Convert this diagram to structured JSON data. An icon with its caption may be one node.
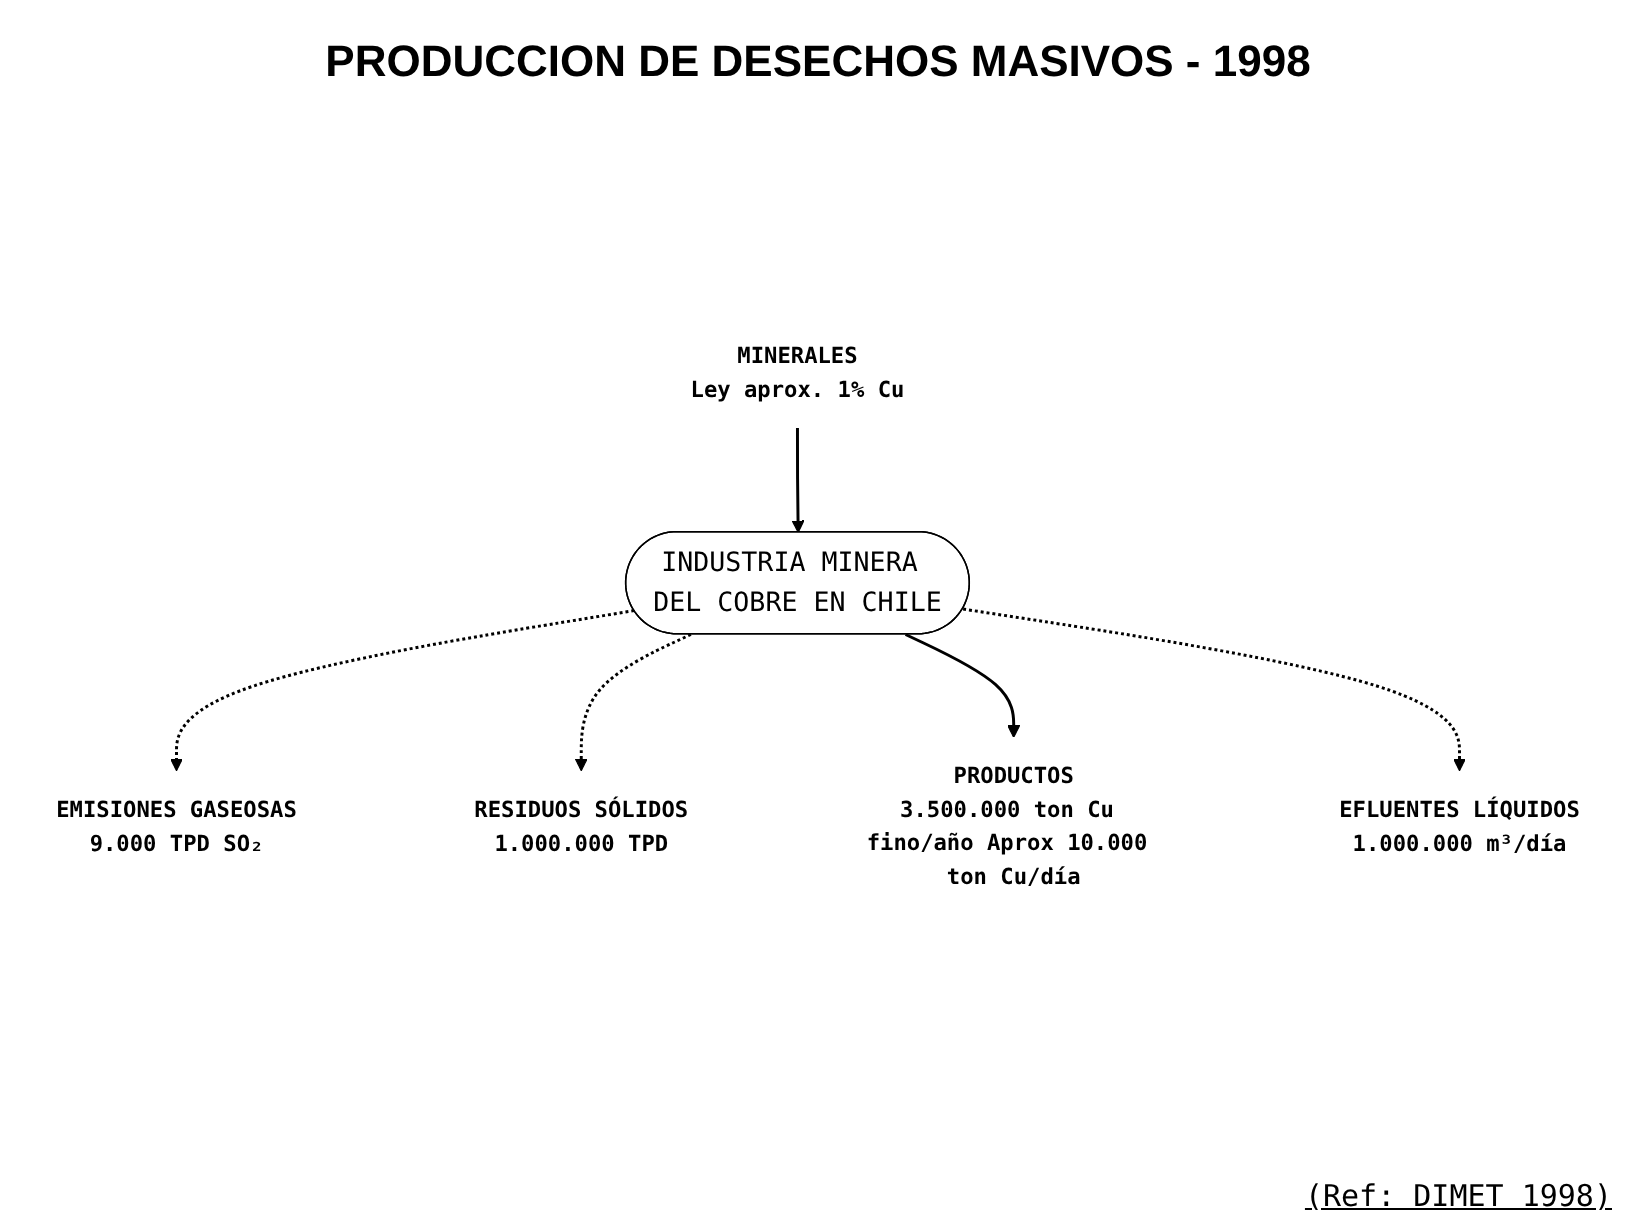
{
  "diagram": {
    "title": "PRODUCCION DE DESECHOS MASIVOS - 1998",
    "nodes": [
      {
        "text": [
          "MINERALES",
          "Ley aprox. 1% Cu"
        ]
      },
      {
        "text": [
          "EMISIONES GASEOSAS",
          "9.000 TPD SO₂"
        ]
      },
      {
        "text": [
          "INDUSTRIA MINERA DEL COBRE EN CHILE"
        ]
      },
      {
        "text": [
          "RESIDUOS SÓLIDOS",
          "1.000.000 TPD"
        ]
      },
      {
        "text": [
          "PRODUCTOS",
          "3.500.000 ton Cu fino/año Aprox 10.000 ton Cu/día"
        ]
      },
      {
        "text": [
          "EFLUENTES LÍQUIDOS",
          "1.000.000 m³/día"
        ]
      }
    ],
    "edges": [
      {
        "from": 0,
        "to": 2,
        "arrow": "to"
      },
      {
        "from": 2,
        "to": 1,
        "arrow": "to",
        "style": "dashed"
      },
      {
        "from": 2,
        "to": 3,
        "arrow": "to",
        "style": "dashed"
      },
      {
        "from": 2,
        "to": 4,
        "arrow": "to"
      },
      {
        "from": 2,
        "to": 5,
        "arrow": "to",
        "style": "dashed"
      }
    ],
    "labels": [
      "(Ref: DIMET 1998)"
    ]
  }
}
